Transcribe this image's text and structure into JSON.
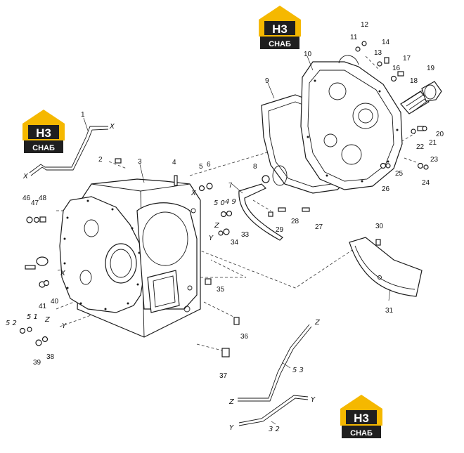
{
  "logo": {
    "mark": "H3",
    "wordmark": "СНАБ",
    "colors": {
      "accent": "#f5b800",
      "dark": "#1f1f1f"
    }
  },
  "callouts": {
    "n1": "1",
    "n2": "2",
    "n3": "3",
    "n4": "4",
    "n5": "5",
    "n6": "6",
    "n7": "7",
    "n8": "8",
    "n9": "9",
    "n10": "10",
    "n11": "11",
    "n12": "12",
    "n13": "13",
    "n14": "14",
    "n16": "16",
    "n17": "17",
    "n18": "18",
    "n19": "19",
    "n20": "20",
    "n21": "21",
    "n22": "22",
    "n23": "23",
    "n24": "24",
    "n25": "25",
    "n26": "26",
    "n27": "27",
    "n28": "28",
    "n29": "29",
    "n30": "30",
    "n31": "31",
    "n32": "3 2",
    "n33": "33",
    "n34": "34",
    "n35": "35",
    "n36": "36",
    "n37": "37",
    "n38": "38",
    "n39": "39",
    "n40": "40",
    "n41": "41",
    "n46": "46",
    "n47": "47",
    "n48": "48",
    "n49": "4 9",
    "n50": "5 0",
    "n51": "5 1",
    "n52": "5 2",
    "n53": "5 3"
  },
  "connectors": {
    "x": "X",
    "y": "Y",
    "z": "Z"
  }
}
